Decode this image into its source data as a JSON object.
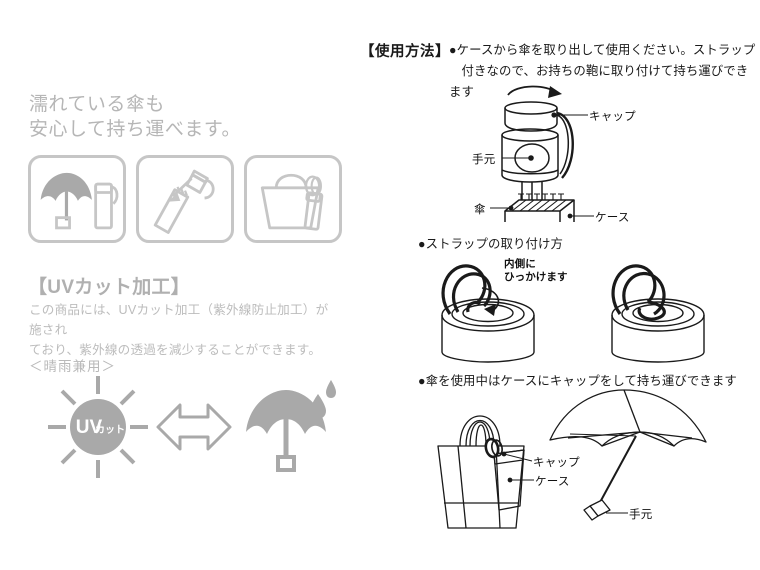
{
  "left": {
    "headline": "濡れている傘も\n安心して持ち運べます。",
    "icons": [
      {
        "name": "umbrella-and-case-icon",
        "alt": "傘とケース"
      },
      {
        "name": "case-cap-insert-icon",
        "alt": "ケースにキャップを差し込む"
      },
      {
        "name": "tote-bag-with-case-icon",
        "alt": "鞄に取り付けたケース"
      }
    ],
    "uv": {
      "heading": "【UVカット加工】",
      "body": "この商品には、UVカット加工（紫外線防止加工）が施され\nており、紫外線の透過を減少することができます。",
      "sub": "＜晴雨兼用＞",
      "sun_label_main": "UV",
      "sun_label_sub": "カット"
    }
  },
  "right": {
    "section_title": "【使用方法】",
    "bullet1": "●ケースから傘を取り出して使用ください。ストラップ\n　付きなので、お持ちの鞄に取り付けて持ち運びできます",
    "bullet2": "●ストラップの取り付け方",
    "bullet3": "●傘を使用中はケースにキャップをして持ち運びできます",
    "fig1_labels": {
      "cap": "キャップ",
      "handle": "手元",
      "umbrella": "傘",
      "case": "ケース"
    },
    "fig2_note": "内側に\nひっかけます",
    "fig3_labels": {
      "cap": "キャップ",
      "case": "ケース",
      "handle": "手元"
    }
  },
  "colors": {
    "gray_fill": "#a9a9a9",
    "gray_line": "#c6c6c6",
    "text_gray": "#b6b6b6",
    "ink": "#1a1a1a"
  }
}
